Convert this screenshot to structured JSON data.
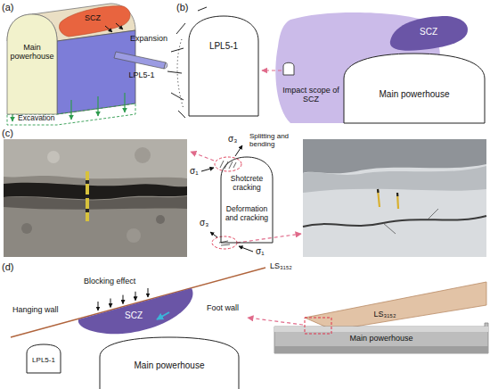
{
  "diagram": {
    "nodes": [
      {
        "text": [
          "Main powerhouse"
        ]
      },
      {
        "text": [
          "SCZ"
        ]
      },
      {
        "text": [
          "LPL5-1"
        ]
      },
      {
        "text": [
          "LPL5-1"
        ]
      },
      {
        "text": [
          "Impact scope of SCZ"
        ]
      },
      {
        "text": [
          "SCZ"
        ]
      },
      {
        "text": [
          "Main powerhouse"
        ]
      },
      {
        "text": [
          "Shotcrete cracking",
          "Deformation and cracking"
        ]
      },
      {
        "text": [
          "SCZ"
        ]
      },
      {
        "text": [
          "LPL5-1"
        ]
      },
      {
        "text": [
          "Main powerhouse"
        ]
      },
      {
        "text": [
          "LS₃₁₅₂"
        ]
      },
      {
        "text": [
          "Main powerhouse"
        ]
      }
    ],
    "labels": [
      "(a)",
      "Expansion",
      "Excavation",
      "(b)",
      "(c)",
      "Splitting and bending",
      "σ₃",
      "σ₁",
      "σ₃",
      "σ₁",
      "(d)",
      "Blocking effect",
      "Hanging wall",
      "Foot wall",
      "LS₃₁₅₂"
    ]
  }
}
